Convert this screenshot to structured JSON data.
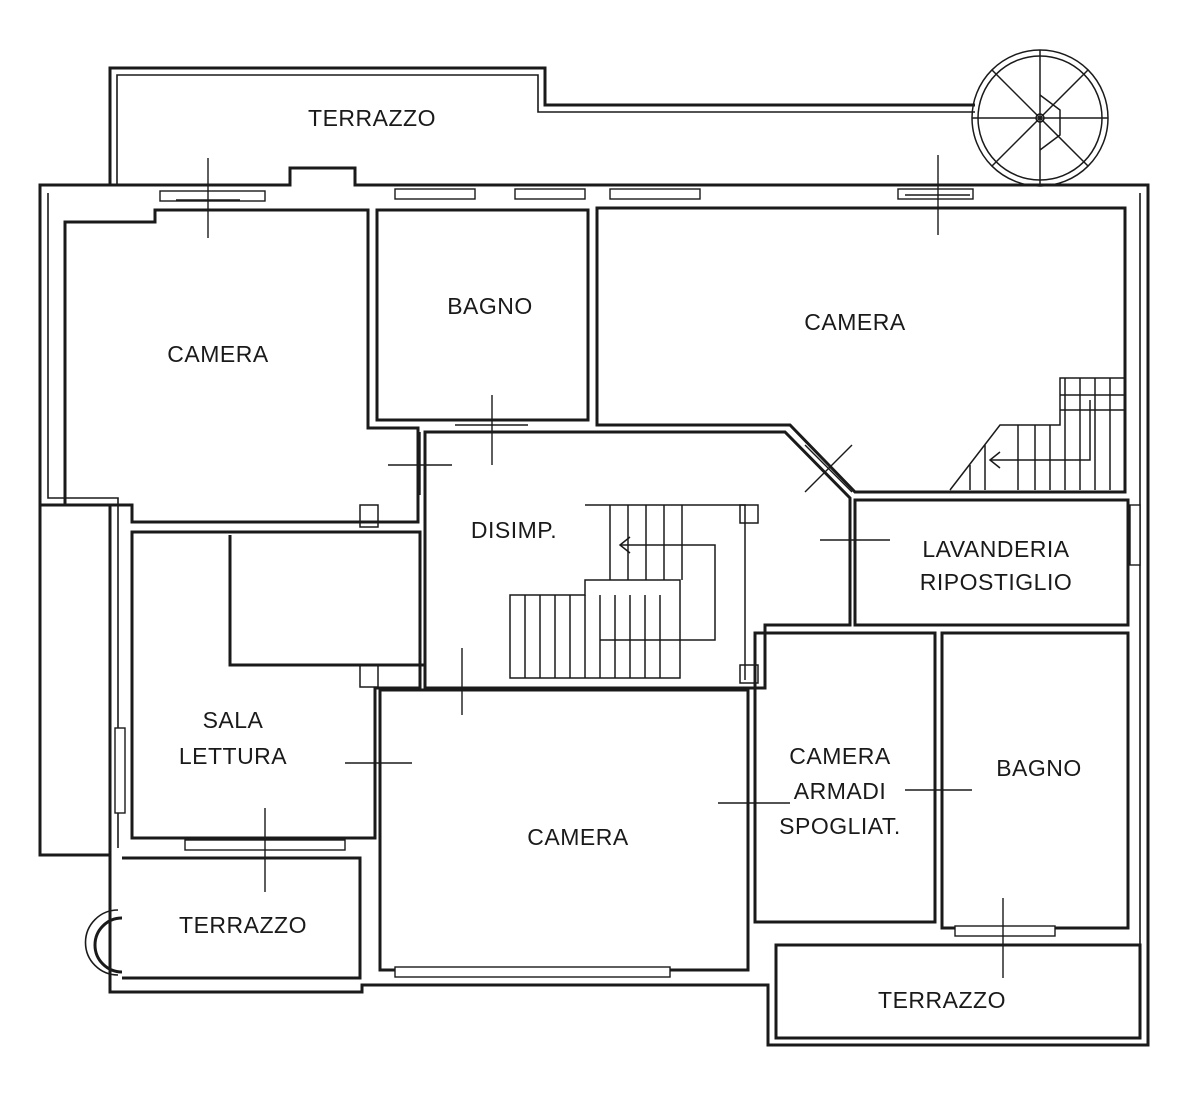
{
  "plan": {
    "rooms": [
      {
        "id": "terrazzo-top",
        "lines": [
          "TERRAZZO"
        ]
      },
      {
        "id": "camera-nw",
        "lines": [
          "CAMERA"
        ]
      },
      {
        "id": "bagno-north",
        "lines": [
          "BAGNO"
        ]
      },
      {
        "id": "camera-ne",
        "lines": [
          "CAMERA"
        ]
      },
      {
        "id": "disimpegno",
        "lines": [
          "DISIMP."
        ]
      },
      {
        "id": "lavanderia",
        "lines": [
          "LAVANDERIA",
          "RIPOSTIGLIO"
        ]
      },
      {
        "id": "sala-lettura",
        "lines": [
          "SALA",
          "LETTURA"
        ]
      },
      {
        "id": "camera-south",
        "lines": [
          "CAMERA"
        ]
      },
      {
        "id": "camera-armadi",
        "lines": [
          "CAMERA",
          "ARMADI",
          "SPOGLIAT."
        ]
      },
      {
        "id": "bagno-east",
        "lines": [
          "BAGNO"
        ]
      },
      {
        "id": "terrazzo-sw",
        "lines": [
          "TERRAZZO"
        ]
      },
      {
        "id": "terrazzo-se",
        "lines": [
          "TERRAZZO"
        ]
      }
    ]
  }
}
